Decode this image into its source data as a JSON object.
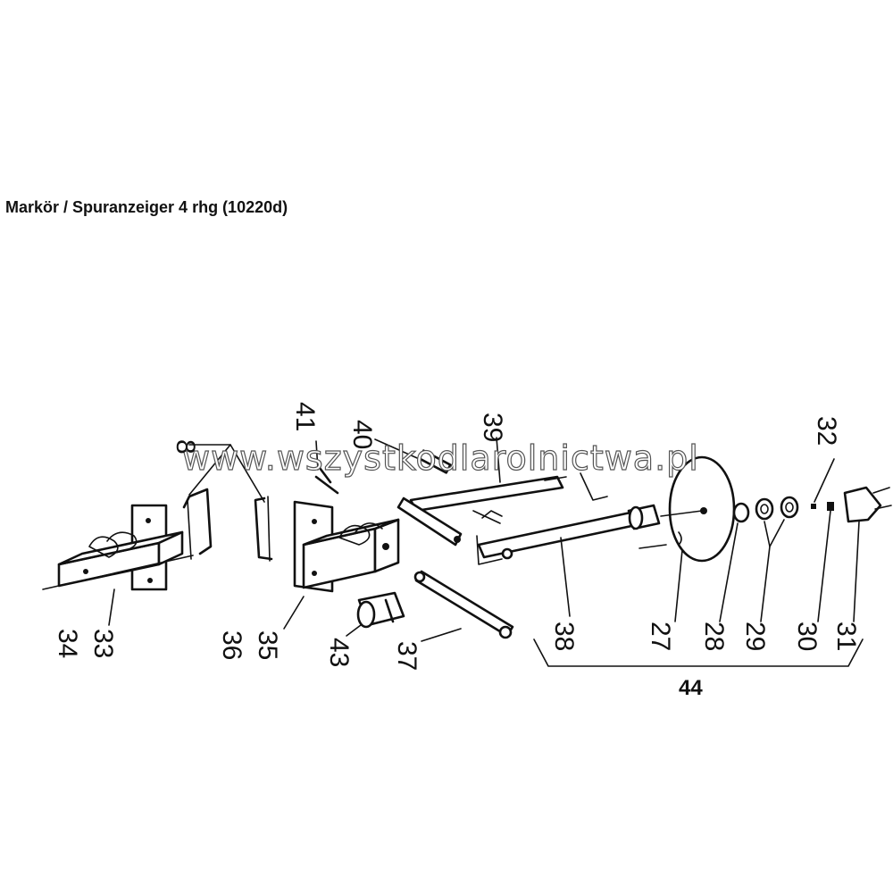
{
  "title": "Markör / Spuranzeiger 4 rhg (10220d)",
  "watermark": "www.wszystkodlarolnictwa.pl",
  "group_label": "44",
  "parts": [
    "8",
    "41",
    "40",
    "39",
    "32",
    "33",
    "34",
    "35",
    "36",
    "43",
    "37",
    "38",
    "27",
    "28",
    "29",
    "30",
    "31"
  ],
  "colors": {
    "ink": "#111111",
    "background": "#ffffff"
  }
}
